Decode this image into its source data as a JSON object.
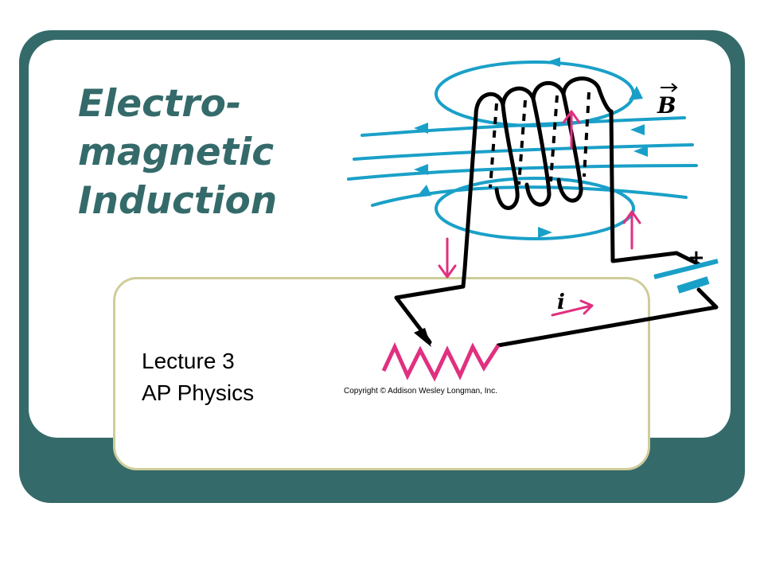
{
  "slide": {
    "title_lines": [
      "Electro-",
      "magnetic",
      "Induction"
    ],
    "subtitle_lines": [
      "Lecture 3",
      "AP Physics"
    ]
  },
  "figure": {
    "field_label": "B",
    "current_label": "i",
    "battery_plus": "+",
    "copyright": "Copyright © Addison Wesley Longman, Inc."
  },
  "colors": {
    "frame": "#356a6a",
    "accent_border": "#cfcd9a",
    "field_lines": "#1aa0c8",
    "current_arrows": "#e0307f",
    "wire": "#000000"
  }
}
